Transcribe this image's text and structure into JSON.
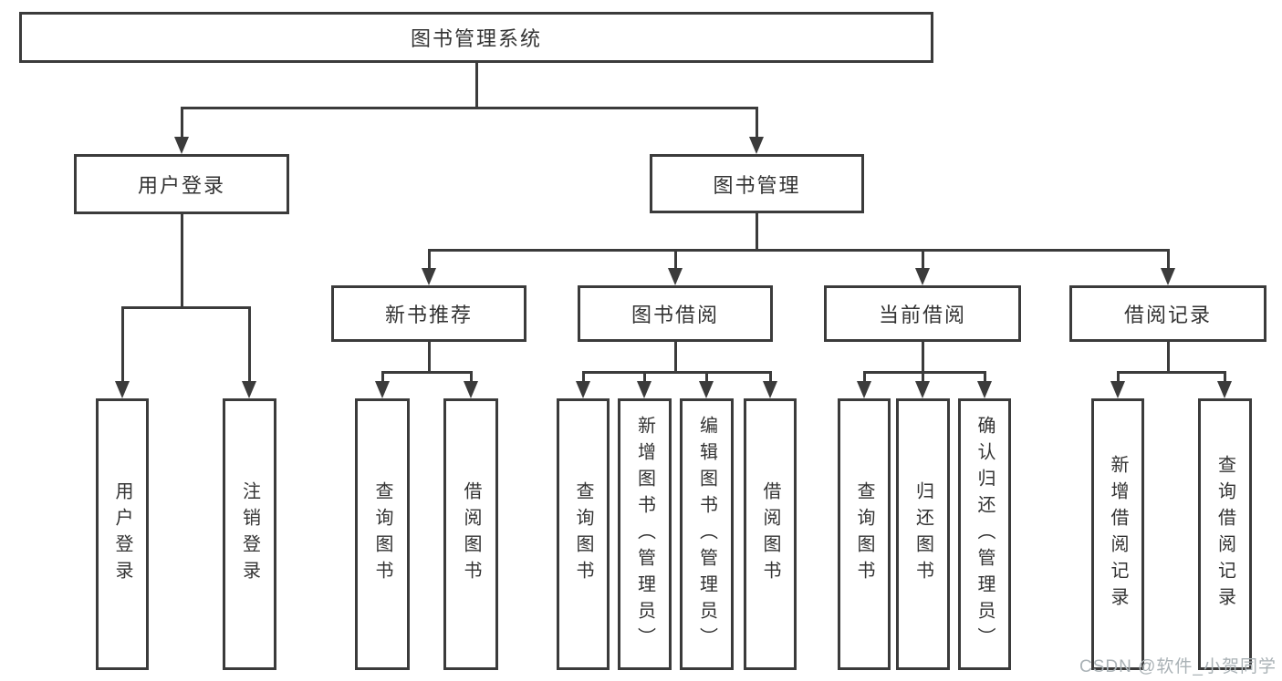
{
  "tree": {
    "root": {
      "label": "图书管理系统"
    },
    "branches": [
      {
        "label": "用户登录",
        "leaves": [
          {
            "label": "用户登录"
          },
          {
            "label": "注销登录"
          }
        ]
      },
      {
        "label": "图书管理",
        "groups": [
          {
            "label": "新书推荐",
            "leaves": [
              {
                "label": "查询图书"
              },
              {
                "label": "借阅图书"
              }
            ]
          },
          {
            "label": "图书借阅",
            "leaves": [
              {
                "label": "查询图书"
              },
              {
                "label": "新增图书（管理员）"
              },
              {
                "label": "编辑图书（管理员）"
              },
              {
                "label": "借阅图书"
              }
            ]
          },
          {
            "label": "当前借阅",
            "leaves": [
              {
                "label": "查询图书"
              },
              {
                "label": "归还图书"
              },
              {
                "label": "确认归还（管理员）"
              }
            ]
          },
          {
            "label": "借阅记录",
            "leaves": [
              {
                "label": "新增借阅记录"
              },
              {
                "label": "查询借阅记录"
              }
            ]
          }
        ]
      }
    ]
  },
  "watermark": {
    "text": "CSDN @软件_小贺同学"
  },
  "colors": {
    "line": "#3b3b3b",
    "text": "#333333",
    "watermark": "#aab2b6"
  }
}
